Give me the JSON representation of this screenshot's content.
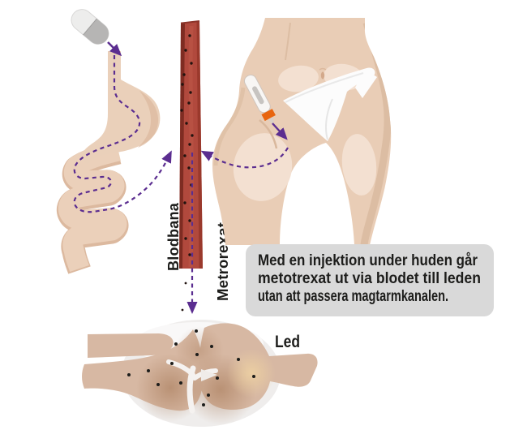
{
  "diagram_title_hint": "Medical diagram: methotrexate injection bypasses the GI tract",
  "labels": {
    "bloodstream": "Blodbana",
    "drug": "Metrorexat",
    "joint": "Led"
  },
  "infobox": {
    "lines": [
      "Med en injektion under huden går",
      "metotrexat ut via blodet till leden",
      "utan att passera magtarmkanalen."
    ],
    "full_text": "Med en injektion under huden går metotrexat ut via blodet till leden utan att passera magtarmkanalen."
  },
  "illustrations": [
    "pill-capsule-icon",
    "stomach-intestines-illustration",
    "blood-vessel-strip",
    "hips-thighs-body-illustration",
    "injection-pen-icon",
    "knee-joint-illustration",
    "dashed-flow-arrows"
  ],
  "colors": {
    "arrow_purple": "#5b2d90",
    "blood_red": "#b1493d",
    "blood_red_dark": "#7e2c22",
    "skin": "#e9cdb6",
    "skin_shadow": "#dcbda3",
    "skin_light_patch": "#f3e0d1",
    "underwear_white": "#fcfcfc",
    "infobox_bg": "#d9d9d9",
    "text": "#1d1d1b",
    "pen_orange": "#e8650f",
    "capsule_light": "#ededec",
    "capsule_dark": "#b6b5b4",
    "bone": "#d7b8a3"
  }
}
